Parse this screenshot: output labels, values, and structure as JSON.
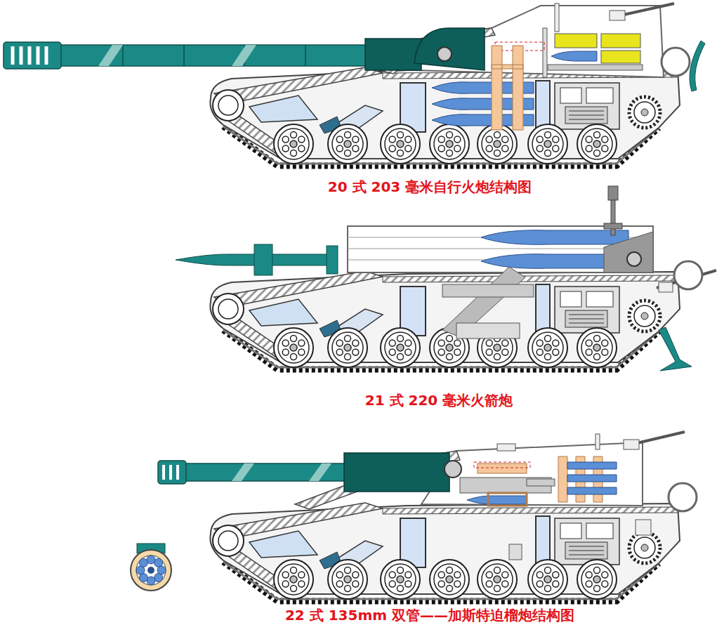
{
  "diagram": {
    "labels": [
      "20 式 203 毫米自行火炮结构图",
      "21 式 220 毫米火箭炮",
      "22 式 135mm 双管——加斯特迫榴炮结构图"
    ]
  }
}
